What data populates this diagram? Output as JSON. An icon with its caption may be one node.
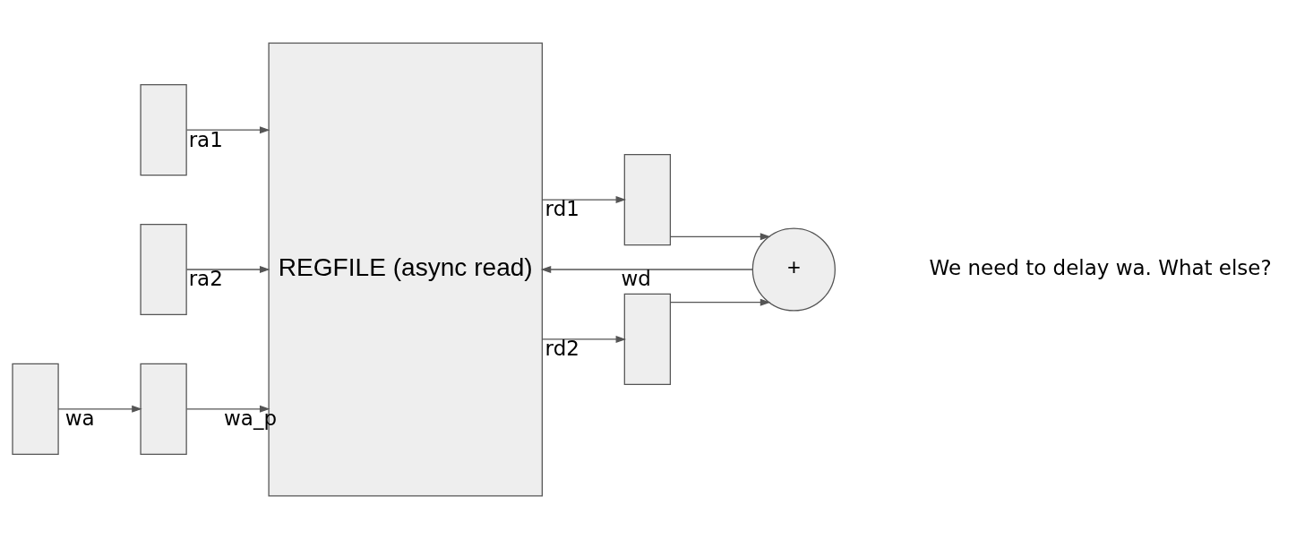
{
  "diagram": {
    "nodes": [
      {
        "text": [],
        "shape": "box"
      },
      {
        "text": [],
        "shape": "box"
      },
      {
        "text": [],
        "shape": "box"
      },
      {
        "text": [],
        "shape": "box"
      },
      {
        "text": [
          "REGFILE (async read)"
        ]
      },
      {
        "text": [],
        "shape": "box"
      },
      {
        "text": [],
        "shape": "box"
      },
      {
        "text": [
          "+"
        ]
      }
    ],
    "edges": [
      {
        "from": 0,
        "to": 4,
        "arrow": "to",
        "label": "ra1"
      },
      {
        "from": 1,
        "to": 4,
        "arrow": "to",
        "label": "ra2"
      },
      {
        "from": 2,
        "to": 3,
        "arrow": "to",
        "label": "wa"
      },
      {
        "from": 3,
        "to": 4,
        "arrow": "to",
        "label": "wa_p"
      },
      {
        "from": 4,
        "to": 5,
        "arrow": "to",
        "label": "rd1"
      },
      {
        "from": 4,
        "to": 6,
        "arrow": "to",
        "label": "rd2"
      },
      {
        "from": 5,
        "to": 7,
        "arrow": "to"
      },
      {
        "from": 6,
        "to": 7,
        "arrow": "to"
      },
      {
        "from": 7,
        "to": 4,
        "arrow": "to",
        "label": "wd"
      }
    ],
    "labels": [
      "We need to delay wa. What else?"
    ]
  }
}
